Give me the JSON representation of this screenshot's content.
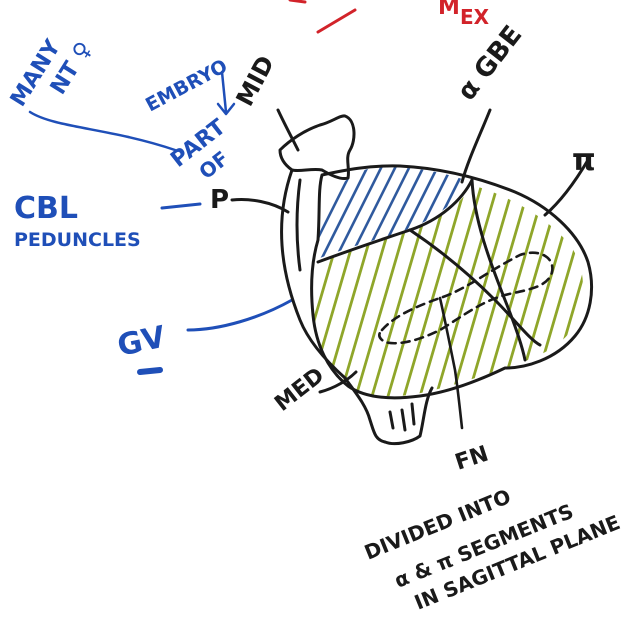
{
  "colors": {
    "ink_black": "#1a1a1a",
    "ink_blue": "#1f4fb8",
    "ink_red": "#d2232a",
    "hatch_blue": "#2f5a9e",
    "hatch_green": "#8fa62a",
    "background": "#ffffff"
  },
  "labels": {
    "many_nt_line1": "MANY",
    "many_nt_line2": "NT ♀",
    "embryo": "EMBRYO",
    "part_of_line1": "PART",
    "part_of_line2": "OF",
    "cbl_line1": "CBL",
    "cbl_line2": "PEDUNCLES",
    "p": "P",
    "mid": "MID",
    "alpha_gbe": "α GBE",
    "pi": "π",
    "gv": "GV",
    "med": "MED",
    "fn": "FN",
    "divided_line1": "DIVIDED INTO",
    "divided_line2": "α & π SEGMENTS",
    "divided_line3": "IN SAGITTAL PLANE",
    "top_fragment_1": "M",
    "top_fragment_2": "M",
    "top_fragment_3": "EX"
  }
}
